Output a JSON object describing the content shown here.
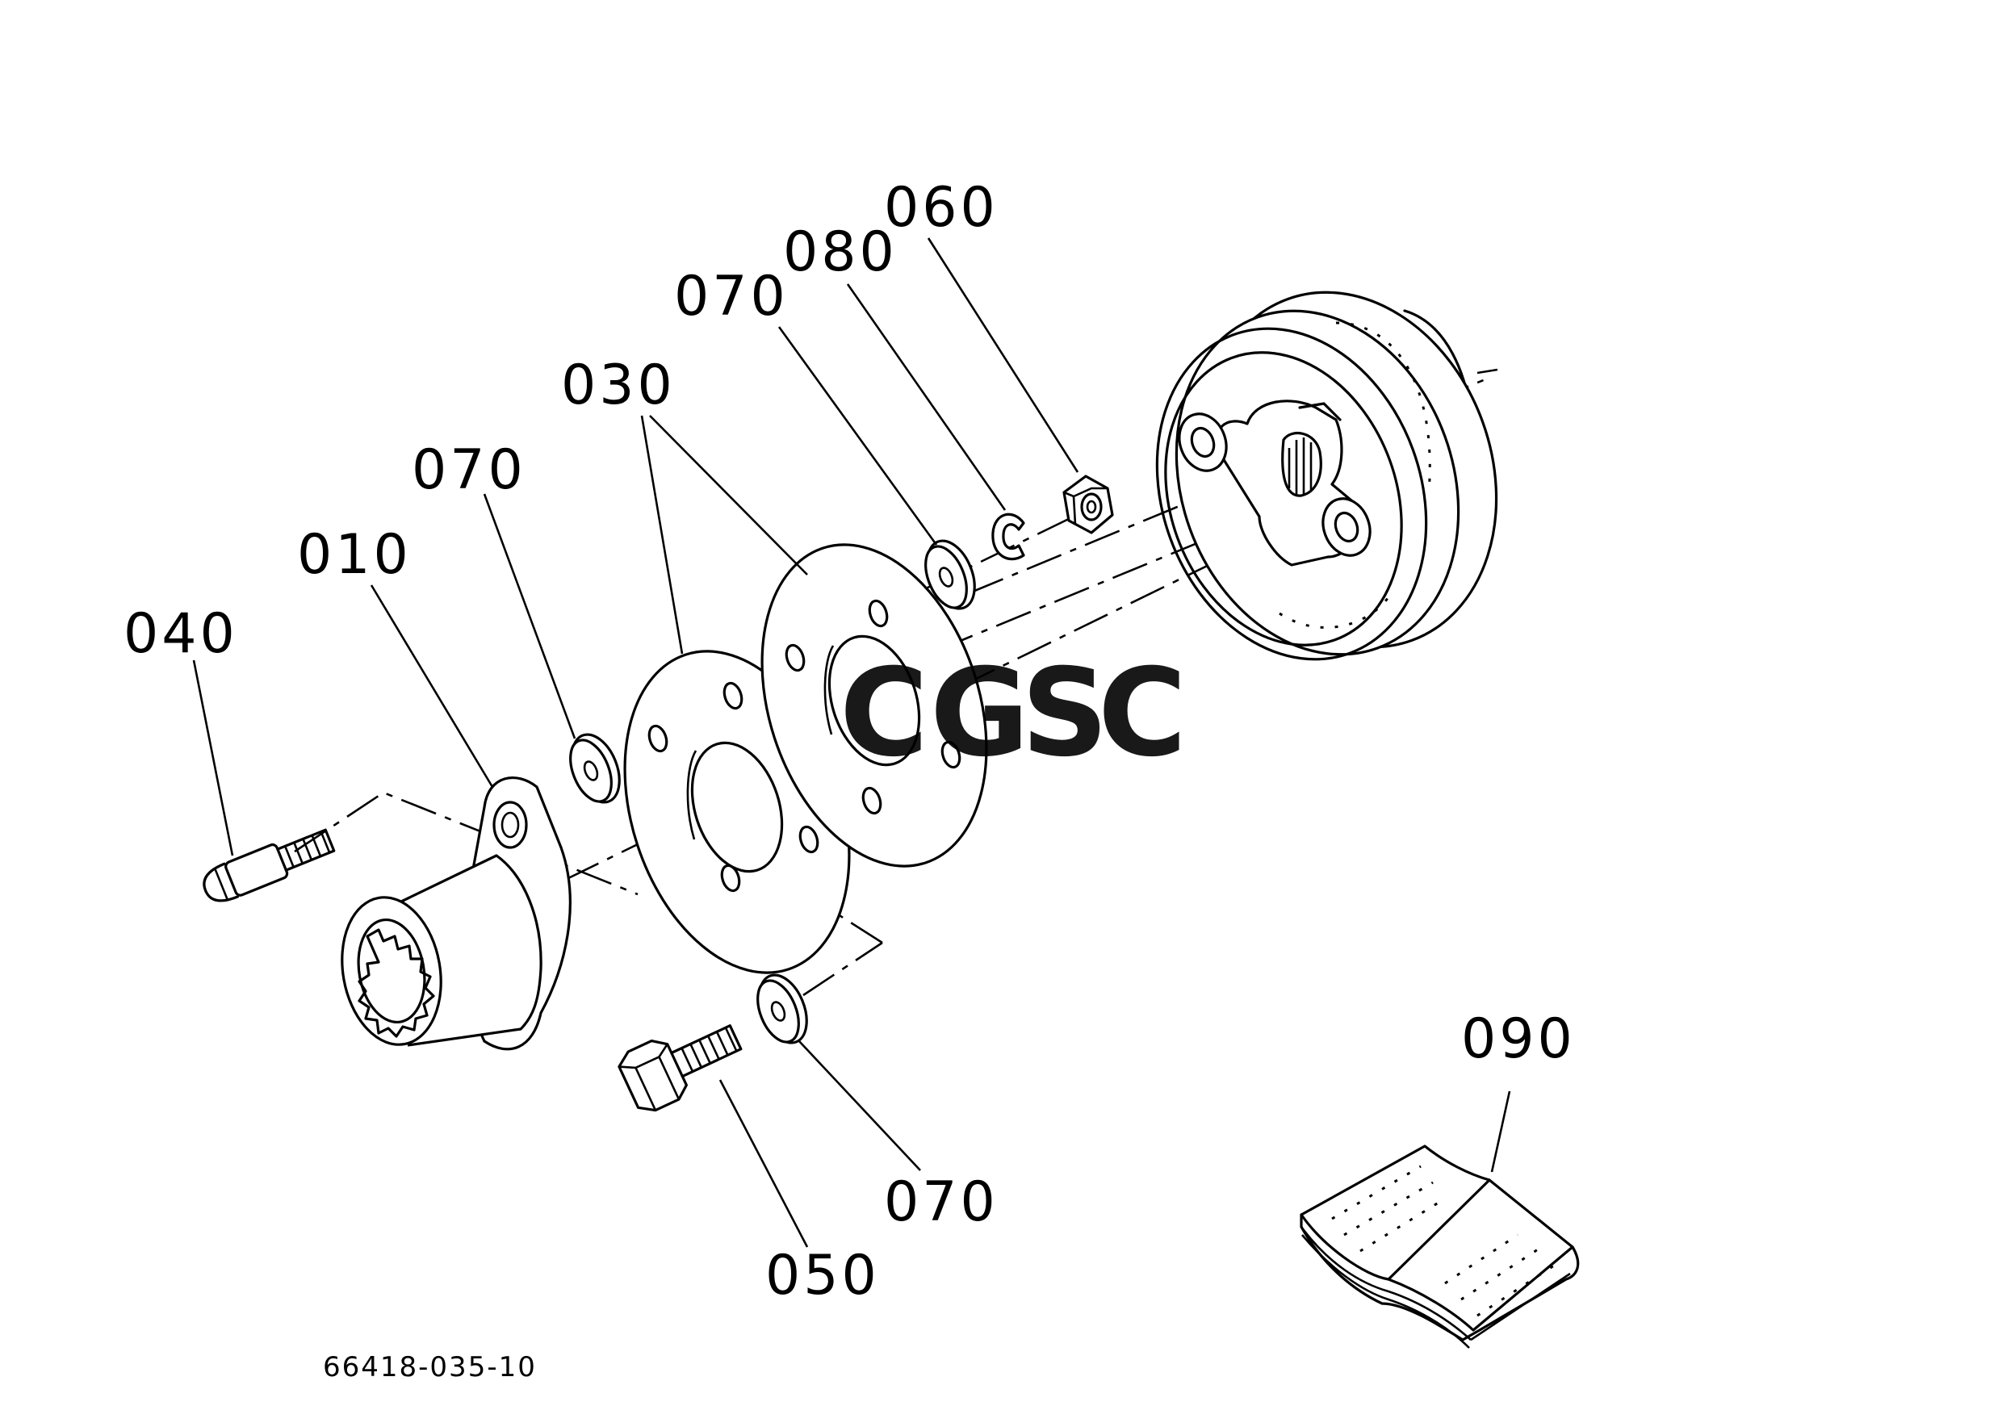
{
  "labels": {
    "p010": "010",
    "p030": "030",
    "p040": "040",
    "p050": "050",
    "p060": "060",
    "p070_top": "070",
    "p070_left": "070",
    "p070_bottom": "070",
    "p080": "080",
    "p090": "090"
  },
  "diagram_code": "66418-035-10",
  "watermark": {
    "letters": [
      "C",
      "G",
      "S",
      "C"
    ],
    "colors": [
      "#7ea6f2",
      "#f2938a",
      "#f3d56b",
      "#8fcf9e"
    ]
  }
}
